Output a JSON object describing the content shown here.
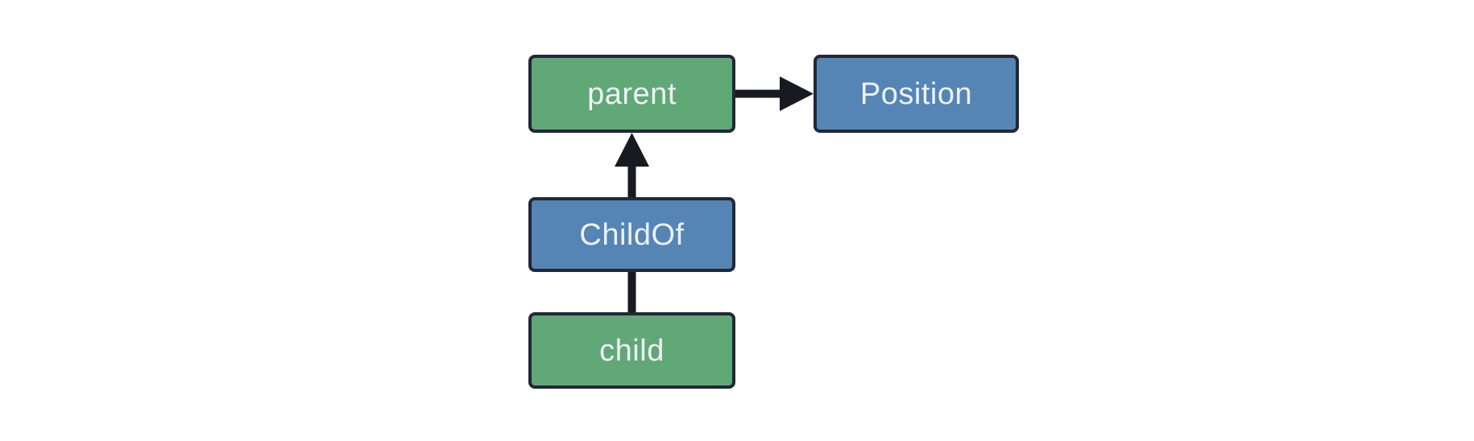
{
  "diagram": {
    "type": "entity-relationship-graph",
    "background": "#ffffff",
    "colors": {
      "entity_fill": "#61a877",
      "component_fill": "#5585b4",
      "border": "#222836",
      "edge": "#171a20",
      "label_text": "#eef1f6"
    },
    "nodes": [
      {
        "id": "parent",
        "label": "parent",
        "type": "entity"
      },
      {
        "id": "Position",
        "label": "Position",
        "type": "component"
      },
      {
        "id": "ChildOf",
        "label": "ChildOf",
        "type": "component"
      },
      {
        "id": "child",
        "label": "child",
        "type": "entity"
      }
    ],
    "edges": [
      {
        "from": "parent",
        "to": "Position",
        "style": "arrow",
        "direction": "right"
      },
      {
        "from": "ChildOf",
        "to": "parent",
        "style": "arrow",
        "direction": "up"
      },
      {
        "from": "child",
        "to": "ChildOf",
        "style": "line",
        "direction": "up"
      }
    ]
  }
}
